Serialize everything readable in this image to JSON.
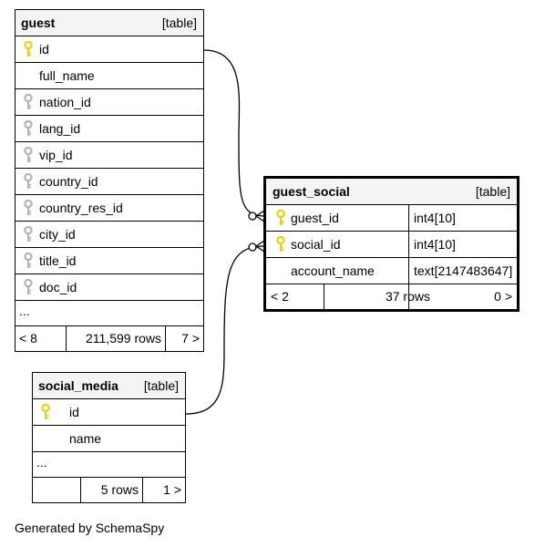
{
  "footer_text": "Generated by SchemaSpy",
  "colors": {
    "primary_key": "#e8d210",
    "foreign_key": "#b4b4b4",
    "header_bg": "#f4f4f4"
  },
  "tables": {
    "guest": {
      "name": "guest",
      "kind": "[table]",
      "columns": [
        {
          "name": "id",
          "key": "primary"
        },
        {
          "name": "full_name",
          "key": "none"
        },
        {
          "name": "nation_id",
          "key": "foreign"
        },
        {
          "name": "lang_id",
          "key": "foreign"
        },
        {
          "name": "vip_id",
          "key": "foreign"
        },
        {
          "name": "country_id",
          "key": "foreign"
        },
        {
          "name": "country_res_id",
          "key": "foreign"
        },
        {
          "name": "city_id",
          "key": "foreign"
        },
        {
          "name": "title_id",
          "key": "foreign"
        },
        {
          "name": "doc_id",
          "key": "foreign"
        }
      ],
      "ellipsis": "...",
      "footer": {
        "parents": "< 8",
        "rows": "211,599 rows",
        "children": "7 >"
      }
    },
    "guest_social": {
      "name": "guest_social",
      "kind": "[table]",
      "columns": [
        {
          "name": "guest_id",
          "type": "int4[10]",
          "key": "primary"
        },
        {
          "name": "social_id",
          "type": "int4[10]",
          "key": "primary"
        },
        {
          "name": "account_name",
          "type": "text[2147483647]",
          "key": "none"
        }
      ],
      "footer": {
        "parents": "< 2",
        "rows": "37 rows",
        "children": "0 >"
      }
    },
    "social_media": {
      "name": "social_media",
      "kind": "[table]",
      "columns": [
        {
          "name": "id",
          "key": "primary"
        },
        {
          "name": "name",
          "key": "none"
        }
      ],
      "ellipsis": "...",
      "footer": {
        "parents": "",
        "rows": "5 rows",
        "children": "1 >"
      }
    }
  }
}
